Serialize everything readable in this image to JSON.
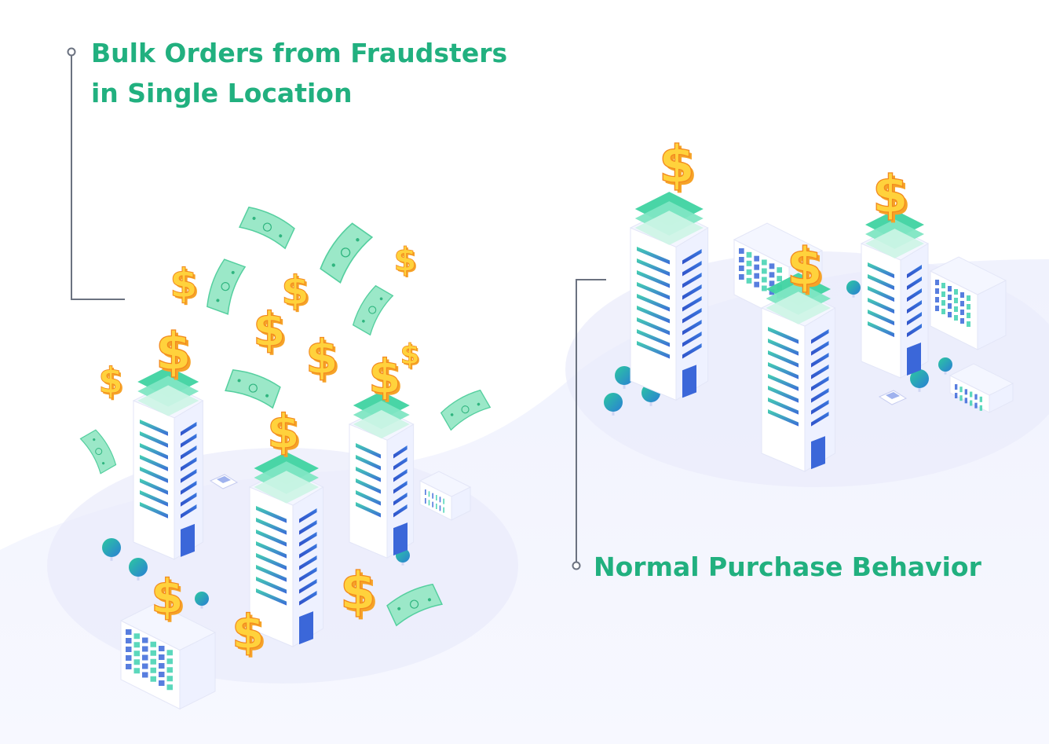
{
  "labels": {
    "fraud_line1": "Bulk Orders from Fraudsters",
    "fraud_line2": "in Single Location",
    "normal": "Normal Purchase Behavior"
  },
  "icons": {
    "coin": "dollar-sign-icon",
    "bill": "banknote-icon",
    "tree": "tree-icon",
    "car": "car-icon",
    "building": "office-building-icon"
  },
  "colors": {
    "label_green": "#21b07f",
    "dollar_orange": "#f6a328",
    "dollar_gold": "#ffd23c",
    "bill_green": "#9be8c8",
    "building_white": "#f4f6ff",
    "window_blue": "#3b67d9",
    "window_teal": "#3fd1b0",
    "ground": "#eef0fc",
    "callout_line": "#6b7280"
  }
}
